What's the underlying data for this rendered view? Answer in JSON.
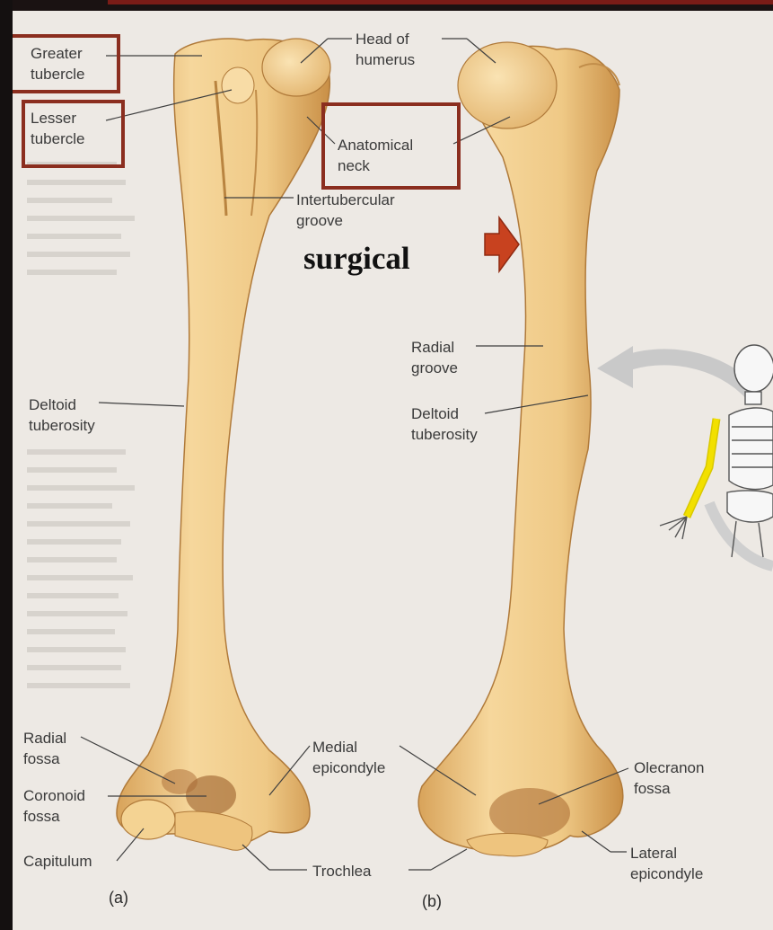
{
  "labels": {
    "greater_tubercle": "Greater\ntubercle",
    "lesser_tubercle": "Lesser\ntubercle",
    "head_of_humerus": "Head of\nhumerus",
    "anatomical_neck": "Anatomical\nneck",
    "intertubercular_groove": "Intertubercular\ngroove",
    "surgical": "surgical",
    "radial_groove": "Radial\ngroove",
    "deltoid_tuberosity_a": "Deltoid\ntuberosity",
    "deltoid_tuberosity_b": "Deltoid\ntuberosity",
    "radial_fossa": "Radial\nfossa",
    "coronoid_fossa": "Coronoid\nfossa",
    "capitulum": "Capitulum",
    "medial_epicondyle": "Medial\nepicondyle",
    "olecranon_fossa": "Olecranon\nfossa",
    "trochlea": "Trochlea",
    "lateral_epicondyle": "Lateral\nepicondyle",
    "panel_a": "(a)",
    "panel_b": "(b)"
  },
  "colors": {
    "bone": "#f2cf8f",
    "bone_shade": "#d9a45c",
    "highlight_box": "#8b2e1f",
    "arrow": "#c8421f",
    "skeleton_highlight": "#f2e000"
  },
  "icons": {
    "pointer": "red-arrow-icon",
    "orientation": "skeleton-icon"
  }
}
